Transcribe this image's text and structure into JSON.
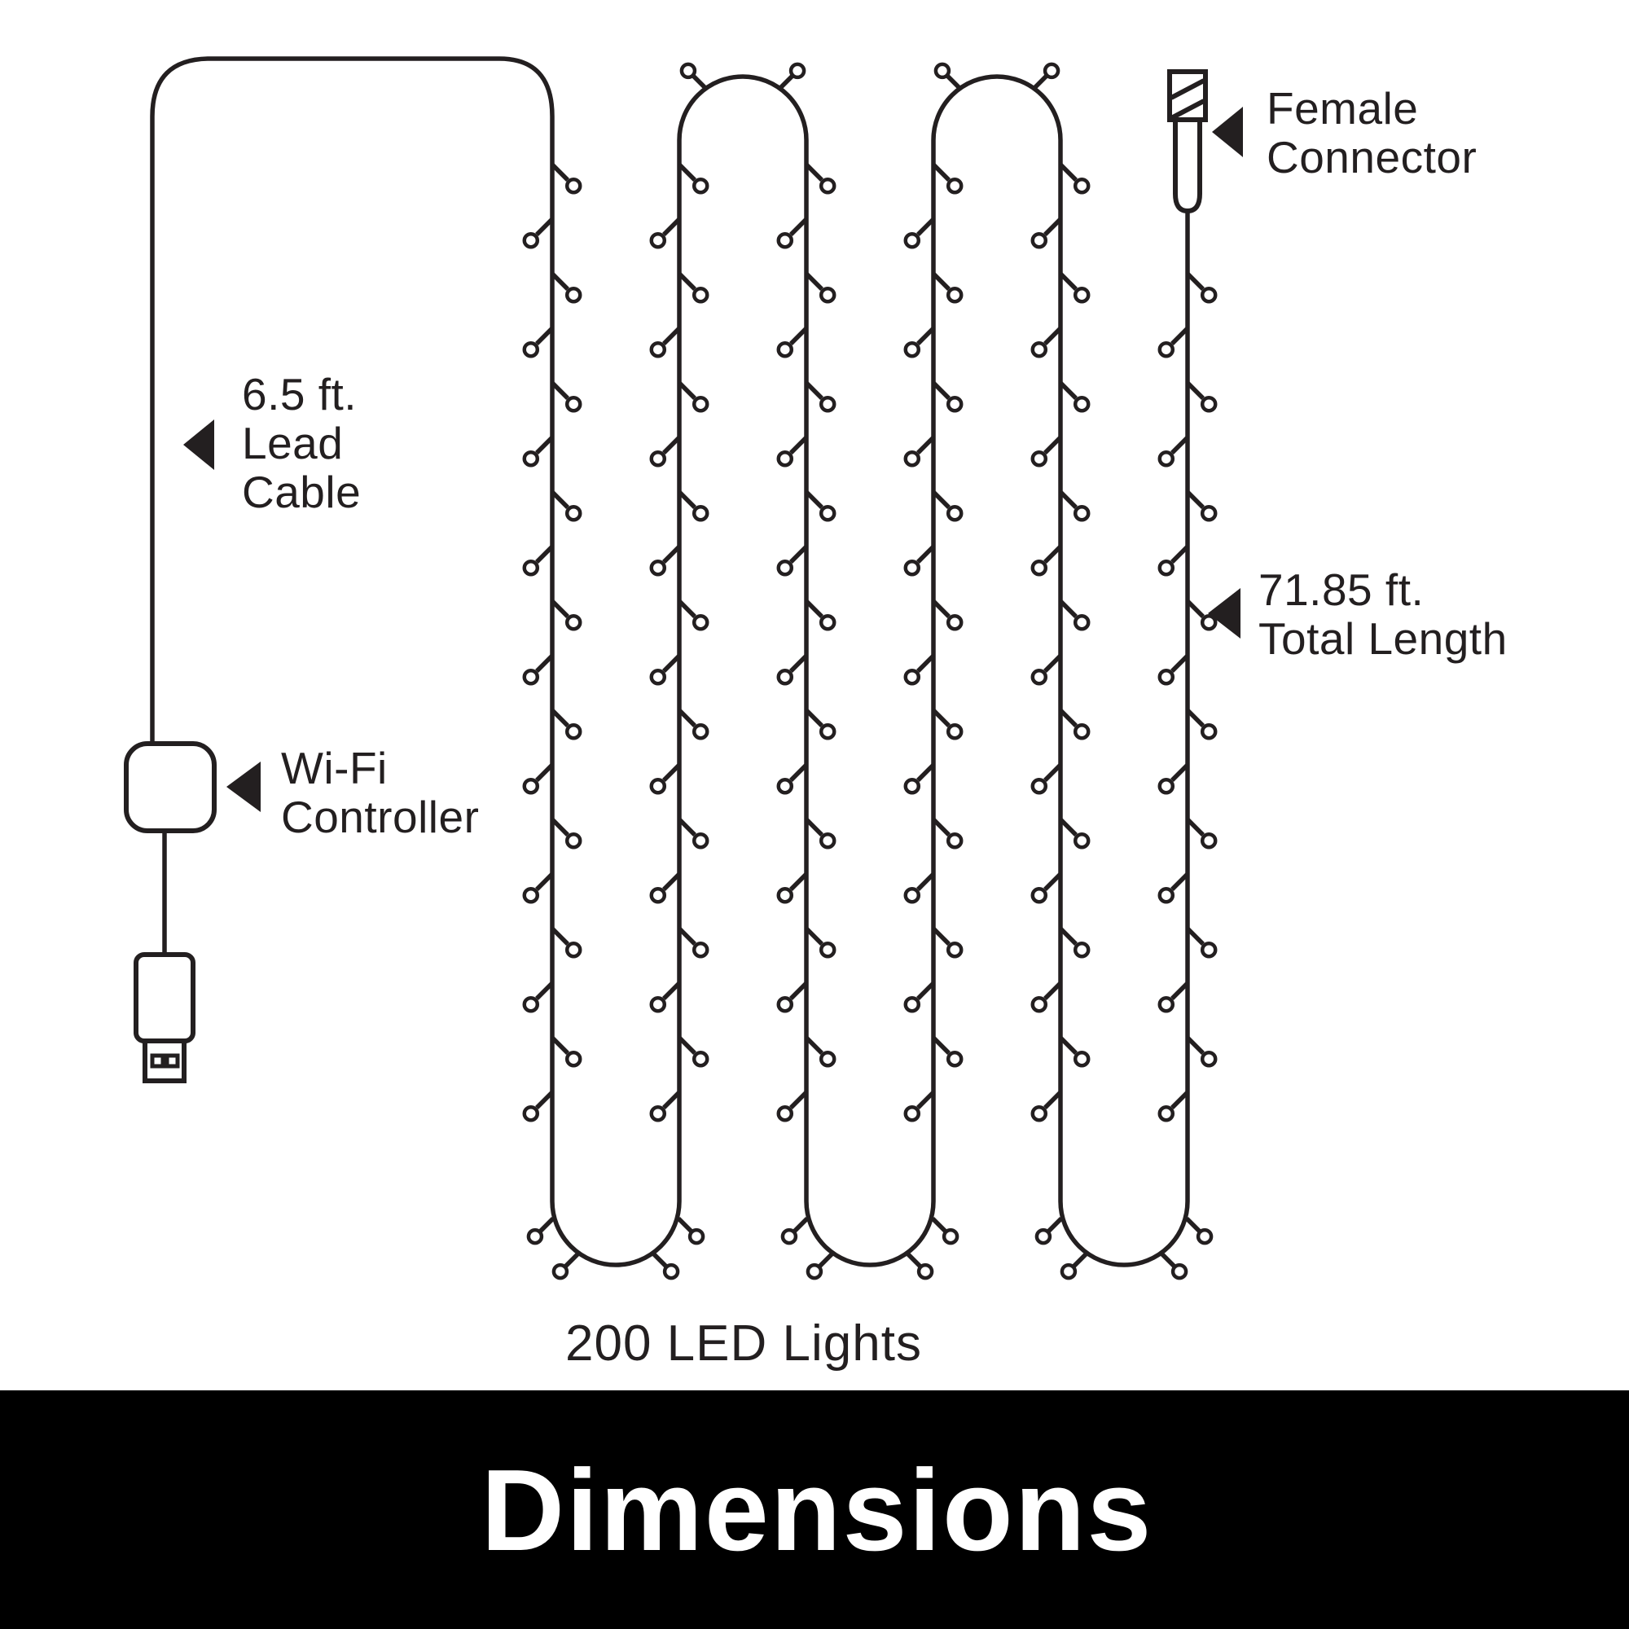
{
  "diagram": {
    "colors": {
      "line": "#231f20",
      "background": "#ffffff"
    },
    "labels": {
      "lead_cable": {
        "line1": "6.5 ft.",
        "line2": "Lead",
        "line3": "Cable"
      },
      "wifi_controller": {
        "line1": "Wi-Fi",
        "line2": "Controller"
      },
      "female_connector": {
        "line1": "Female",
        "line2": "Connector"
      },
      "total_length": {
        "line1": "71.85 ft.",
        "line2": "Total Length"
      },
      "led_count_caption": "200 LED Lights"
    },
    "icons": {
      "usb_connector": "usb-plug",
      "wifi_controller": "controller-box",
      "female_connector": "threaded-female-connector",
      "led_bulb": "mini-led-bulb",
      "pointer": "left-arrow"
    }
  },
  "banner": {
    "title": "Dimensions",
    "background": "#000000",
    "text_color": "#ffffff"
  }
}
